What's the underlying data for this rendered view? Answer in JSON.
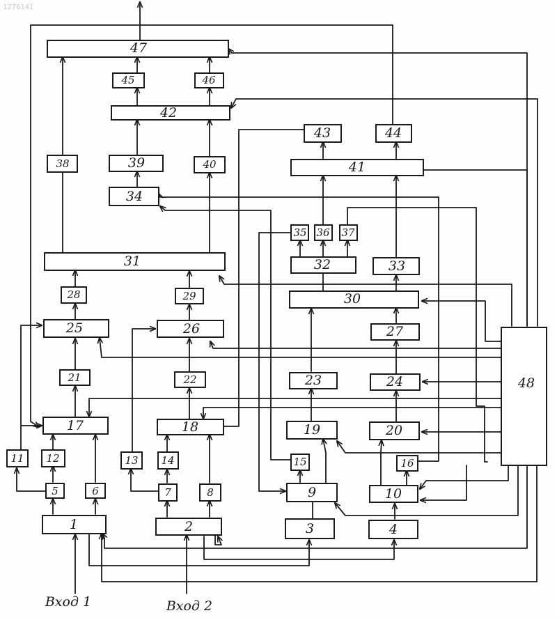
{
  "document": {
    "number": "1276141"
  },
  "inputs": [
    {
      "id": "input-1",
      "label": "Вход 1"
    },
    {
      "id": "input-2",
      "label": "Вход 2"
    }
  ],
  "blocks": {
    "b1": "1",
    "b2": "2",
    "b3": "3",
    "b4": "4",
    "b5": "5",
    "b6": "6",
    "b7": "7",
    "b8": "8",
    "b9": "9",
    "b10": "10",
    "b11": "11",
    "b12": "12",
    "b13": "13",
    "b14": "14",
    "b15": "15",
    "b16": "16",
    "b17": "17",
    "b18": "18",
    "b19": "19",
    "b20": "20",
    "b21": "21",
    "b22": "22",
    "b23": "23",
    "b24": "24",
    "b25": "25",
    "b26": "26",
    "b27": "27",
    "b28": "28",
    "b29": "29",
    "b30": "30",
    "b31": "31",
    "b32": "32",
    "b33": "33",
    "b34": "34",
    "b35": "35",
    "b36": "36",
    "b37": "37",
    "b38": "38",
    "b39": "39",
    "b40": "40",
    "b41": "41",
    "b42": "42",
    "b43": "43",
    "b44": "44",
    "b45": "45",
    "b46": "46",
    "b47": "47",
    "b48": "48"
  }
}
